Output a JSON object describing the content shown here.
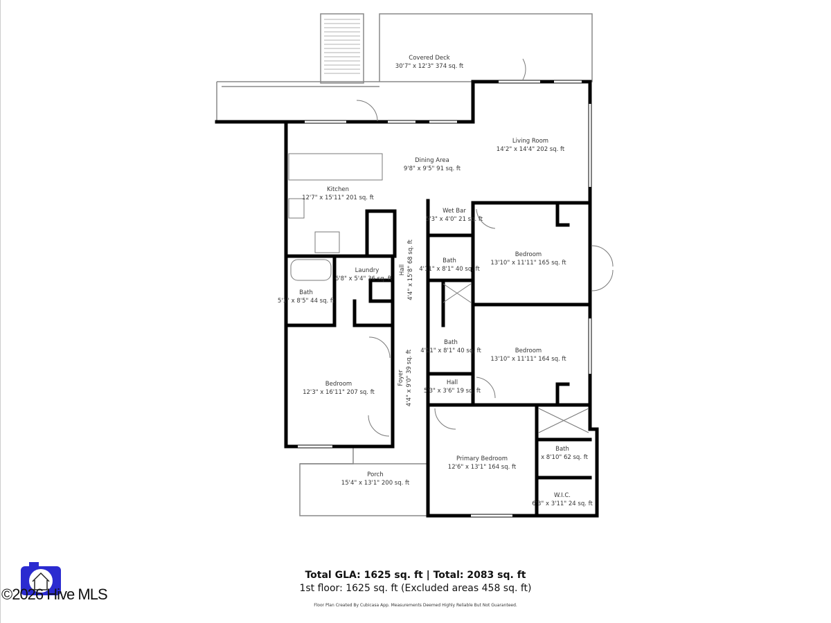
{
  "rooms": [
    {
      "name": "Covered Deck",
      "dims": "30'7\" x 12'3\" 374 sq. ft"
    },
    {
      "name": "Living Room",
      "dims": "14'2\" x 14'4\" 202 sq. ft"
    },
    {
      "name": "Dining Area",
      "dims": "9'8\" x 9'5\" 91 sq. ft"
    },
    {
      "name": "Kitchen",
      "dims": "12'7\" x 15'11\" 201 sq. ft"
    },
    {
      "name": "Wet Bar",
      "dims": "5'3\" x 4'0\" 21 sq. ft"
    },
    {
      "name": "Bedroom",
      "dims": "13'10\" x 11'11\" 165 sq. ft"
    },
    {
      "name": "Bath",
      "dims": "4'11\" x 8'1\" 40 sq. ft"
    },
    {
      "name": "Laundry",
      "dims": "6'8\" x 5'4\" 36 sq. ft"
    },
    {
      "name": "Hall",
      "dims": "4'4\" x 15'8\" 68 sq. ft"
    },
    {
      "name": "Bath",
      "dims": "5'1\" x 8'5\" 44 sq. ft"
    },
    {
      "name": "Bath",
      "dims": "4'11\" x 8'1\" 40 sq. ft"
    },
    {
      "name": "Bedroom",
      "dims": "13'10\" x 11'11\" 164 sq. ft"
    },
    {
      "name": "Foyer",
      "dims": "4'4\" x 9'0\" 39 sq. ft"
    },
    {
      "name": "Hall",
      "dims": "5'3\" x 3'6\" 19 sq. ft"
    },
    {
      "name": "Bedroom",
      "dims": "12'3\" x 16'11\" 207 sq. ft"
    },
    {
      "name": "Primary Bedroom",
      "dims": "12'6\" x 13'1\" 164 sq. ft"
    },
    {
      "name": "Bath",
      "dims": "x 8'10\" 62 sq. ft"
    },
    {
      "name": "W.I.C.",
      "dims": "6'3\" x 3'11\" 24 sq. ft"
    },
    {
      "name": "Porch",
      "dims": "15'4\" x 13'1\" 200 sq. ft"
    }
  ],
  "summary": {
    "total": "Total GLA: 1625 sq. ft | Total: 2083 sq. ft",
    "floor": "1st floor: 1625 sq. ft (Excluded areas 458 sq. ft)",
    "disclaimer": "Floor Plan Created By Cubicasa App. Measurements Deemed Highly Reliable But Not Guaranteed."
  },
  "watermark": {
    "text": "©2026 Hive MLS",
    "logo_color": "#2b2bd0"
  }
}
